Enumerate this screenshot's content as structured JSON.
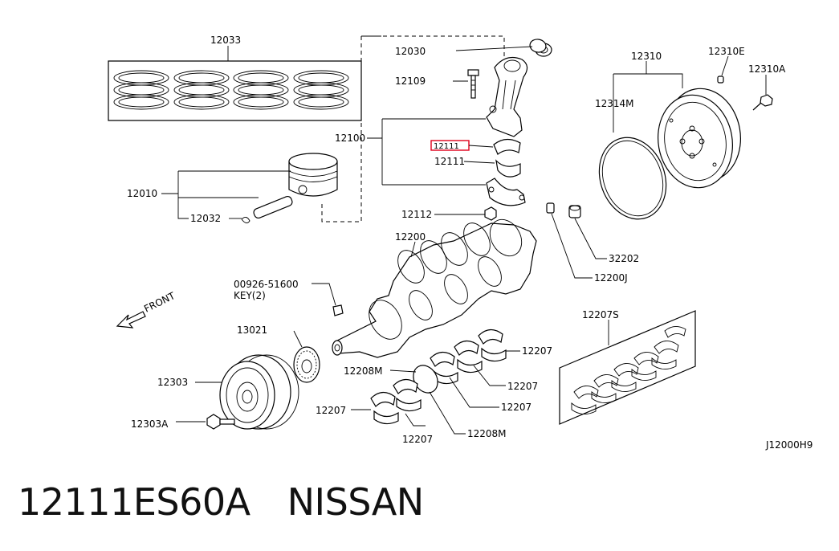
{
  "labels": {
    "piston_ring_set": "12033",
    "piston": "12010",
    "piston_pin_snap": "12032",
    "conrod_bushing": "12030",
    "conrod_bolt": "12109",
    "conrod_assy": "12100",
    "conrod_bearing_highlight": "12111",
    "conrod_bearing": "12111",
    "conrod_nut": "12112",
    "crankshaft": "12200",
    "pilot_bushing": "32202",
    "crank_pin": "12200J",
    "key_part": "00926-51600",
    "key_qty": "KEY(2)",
    "front_marker": "FRONT",
    "sprocket": "13021",
    "pulley": "12303",
    "pulley_bolt": "12303A",
    "flywheel": "12310",
    "flywheel_pin": "12310E",
    "flywheel_bolt": "12310A",
    "flywheel_plate": "12314M",
    "main_bearing_set": "12207S",
    "main_bearing_1": "12207",
    "main_bearing_2": "12207",
    "main_bearing_3": "12207",
    "main_bearing_4": "12207",
    "main_bearing_5": "12207",
    "thrust_bearing_upper": "12208M",
    "thrust_bearing_lower": "12208M",
    "diagram_code": "J12000H9"
  },
  "footer": {
    "part_number": "12111ES60A",
    "brand": "NISSAN"
  },
  "colors": {
    "highlight": "#e0001b",
    "line": "#000000"
  }
}
